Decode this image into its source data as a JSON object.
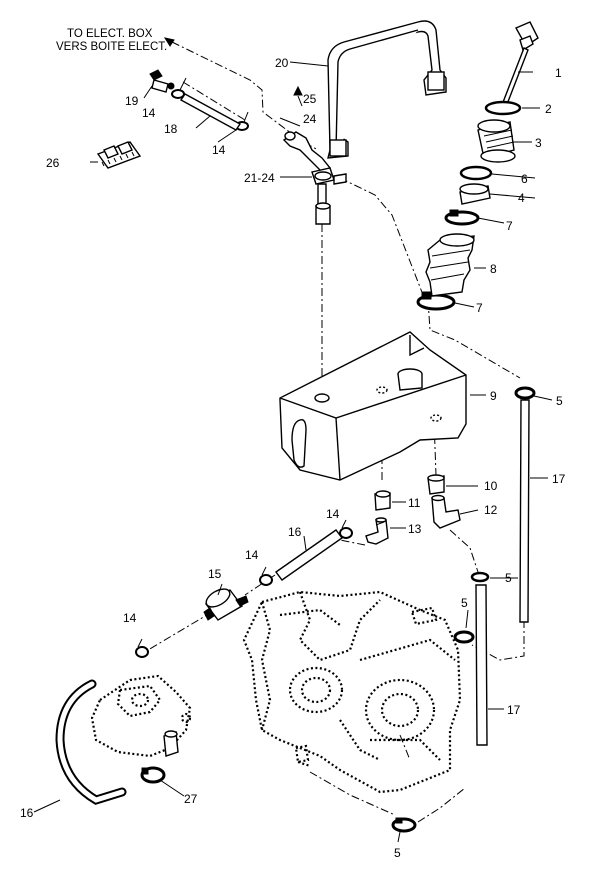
{
  "note": {
    "line1": "TO ELECT. BOX",
    "line2": "VERS BOITE ELECT."
  },
  "callouts": {
    "c1": "1",
    "c2": "2",
    "c3": "3",
    "c4": "4",
    "c5a": "5",
    "c5b": "5",
    "c5c": "5",
    "c5d": "5",
    "c6": "6",
    "c7a": "7",
    "c7b": "7",
    "c8": "8",
    "c9": "9",
    "c10": "10",
    "c11": "11",
    "c12": "12",
    "c13": "13",
    "c14a": "14",
    "c14b": "14",
    "c14c": "14",
    "c14d": "14",
    "c14e": "14",
    "c15": "15",
    "c16a": "16",
    "c16b": "16",
    "c17a": "17",
    "c17b": "17",
    "c18": "18",
    "c19": "19",
    "c20": "20",
    "c21_24": "21-24",
    "c24": "24",
    "c25": "25",
    "c26": "26",
    "c27": "27"
  }
}
